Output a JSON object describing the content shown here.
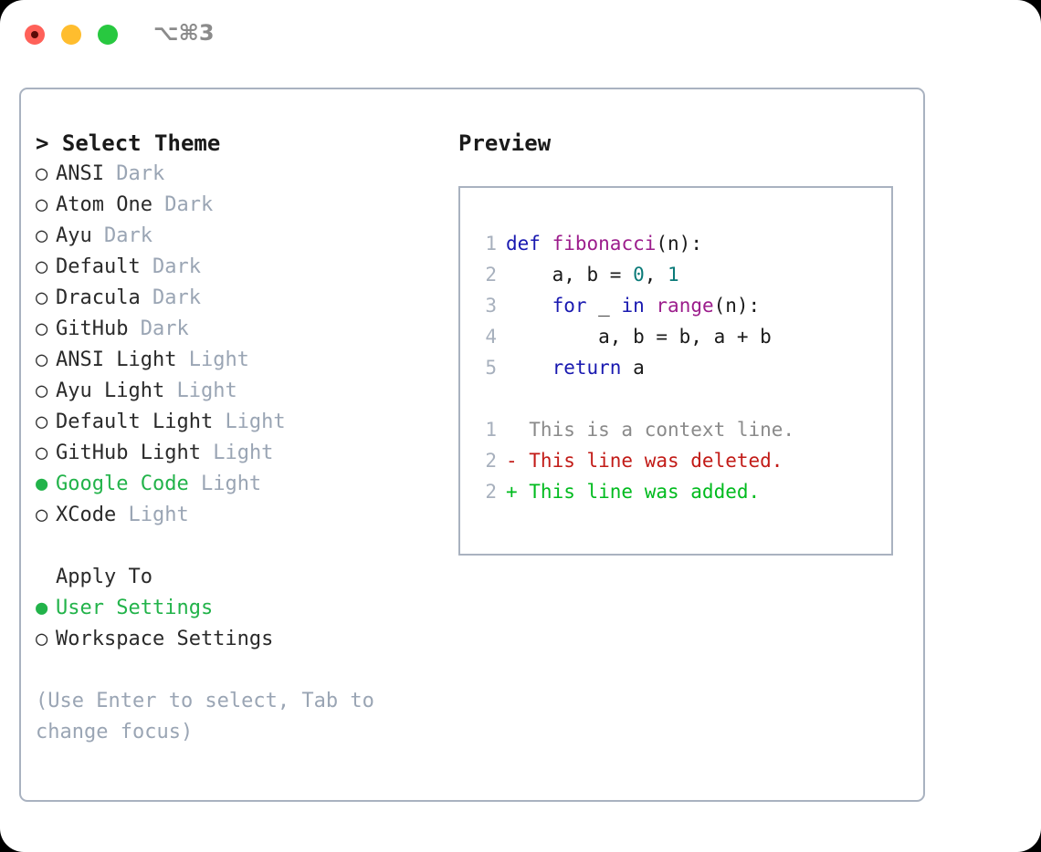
{
  "titlebar": {
    "shortcut": "⌥⌘3",
    "buttons": [
      {
        "name": "close",
        "color": "#ff6159"
      },
      {
        "name": "minimize",
        "color": "#ffbd2e"
      },
      {
        "name": "maximize",
        "color": "#28c840"
      }
    ]
  },
  "theme_panel": {
    "heading": "> Select Theme",
    "marker_selected": "●",
    "marker_unselected": "○",
    "options": [
      {
        "marker": "○",
        "name": "ANSI",
        "tag": "Dark",
        "selected": false
      },
      {
        "marker": "○",
        "name": "Atom One",
        "tag": "Dark",
        "selected": false
      },
      {
        "marker": "○",
        "name": "Ayu",
        "tag": "Dark",
        "selected": false
      },
      {
        "marker": "○",
        "name": "Default",
        "tag": "Dark",
        "selected": false
      },
      {
        "marker": "○",
        "name": "Dracula",
        "tag": "Dark",
        "selected": false
      },
      {
        "marker": "○",
        "name": "GitHub",
        "tag": "Dark",
        "selected": false
      },
      {
        "marker": "○",
        "name": "ANSI Light",
        "tag": "Light",
        "selected": false
      },
      {
        "marker": "○",
        "name": "Ayu Light",
        "tag": "Light",
        "selected": false
      },
      {
        "marker": "○",
        "name": "Default Light",
        "tag": "Light",
        "selected": false
      },
      {
        "marker": "○",
        "name": "GitHub Light",
        "tag": "Light",
        "selected": false
      },
      {
        "marker": "●",
        "name": "Google Code",
        "tag": "Light",
        "selected": true
      },
      {
        "marker": "○",
        "name": "XCode",
        "tag": "Light",
        "selected": false
      }
    ]
  },
  "apply_to": {
    "label": "Apply To",
    "options": [
      {
        "marker": "●",
        "name": "User Settings",
        "selected": true
      },
      {
        "marker": "○",
        "name": "Workspace Settings",
        "selected": false
      }
    ]
  },
  "help_hint": "(Use Enter to select, Tab to change focus)",
  "preview": {
    "heading": "Preview",
    "code_lines": [
      {
        "no": "1",
        "tokens": [
          {
            "t": "def",
            "c": "kw"
          },
          {
            "t": " ",
            "c": "pl"
          },
          {
            "t": "fibonacci",
            "c": "fn"
          },
          {
            "t": "(n):",
            "c": "pl"
          }
        ]
      },
      {
        "no": "2",
        "tokens": [
          {
            "t": "    a, b = ",
            "c": "pl"
          },
          {
            "t": "0",
            "c": "num"
          },
          {
            "t": ", ",
            "c": "pl"
          },
          {
            "t": "1",
            "c": "num"
          }
        ]
      },
      {
        "no": "3",
        "tokens": [
          {
            "t": "    ",
            "c": "pl"
          },
          {
            "t": "for",
            "c": "kw"
          },
          {
            "t": " _ ",
            "c": "pl"
          },
          {
            "t": "in",
            "c": "kw"
          },
          {
            "t": " ",
            "c": "pl"
          },
          {
            "t": "range",
            "c": "fn"
          },
          {
            "t": "(n):",
            "c": "pl"
          }
        ]
      },
      {
        "no": "4",
        "tokens": [
          {
            "t": "        a, b = b, a + b",
            "c": "pl"
          }
        ]
      },
      {
        "no": "5",
        "tokens": [
          {
            "t": "    ",
            "c": "pl"
          },
          {
            "t": "return",
            "c": "kw"
          },
          {
            "t": " a",
            "c": "pl"
          }
        ]
      }
    ],
    "diff_lines": [
      {
        "no": "1",
        "text": "  This is a context line.",
        "kind": "ctx"
      },
      {
        "no": "2",
        "text": "- This line was deleted.",
        "kind": "del"
      },
      {
        "no": "2",
        "text": "+ This line was added.",
        "kind": "add"
      }
    ]
  },
  "colors": {
    "accent_green": "#22b34a",
    "muted": "#9aa5b4",
    "border": "#a9b2c0",
    "keyword": "#1919b0",
    "function": "#9c1d8c",
    "number": "#0a7a78",
    "diff_add": "#00bb1e",
    "diff_del": "#c21b17",
    "diff_ctx": "#8a8a8a"
  }
}
